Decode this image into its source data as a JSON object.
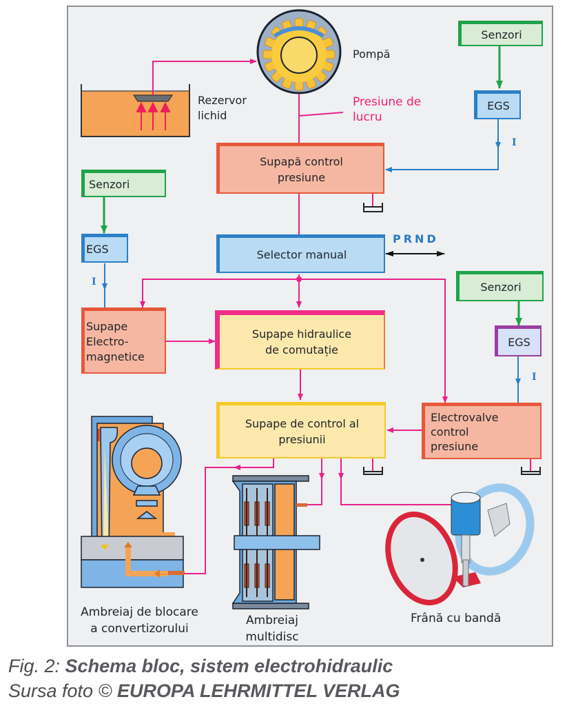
{
  "diagram": {
    "title": "Schema bloc, sistem electrohidraulic",
    "nodes": {
      "pump": {
        "label": "Pompă"
      },
      "reservoir": {
        "label_line1": "Rezervor",
        "label_line2": "lichid"
      },
      "working_pressure": {
        "label_line1": "Presiune de",
        "label_line2": "lucru"
      },
      "sensors_top": {
        "label": "Senzori"
      },
      "egs_top": {
        "label": "EGS"
      },
      "current_top": {
        "label": "I"
      },
      "pressure_control_valve": {
        "label_line1": "Supapă control",
        "label_line2": "presiune"
      },
      "sensors_left": {
        "label": "Senzori"
      },
      "egs_left": {
        "label": "EGS"
      },
      "current_left": {
        "label": "I"
      },
      "manual_selector": {
        "label": "Selector manual"
      },
      "prnd": {
        "label": "PRND"
      },
      "electromagnetic_valves": {
        "label_line1": "Supape",
        "label_line2": "Electro-",
        "label_line3": "magnetice"
      },
      "hydraulic_switching_valves": {
        "label_line1": "Supape hidraulice",
        "label_line2": "de comutație"
      },
      "sensors_right": {
        "label": "Senzori"
      },
      "egs_right": {
        "label": "EGS"
      },
      "current_right": {
        "label": "I"
      },
      "pressure_regulating_valves": {
        "label_line1": "Supape de control al",
        "label_line2": "presiunii"
      },
      "pressure_control_solenoids": {
        "label_line1": "Electrovalve",
        "label_line2": "control",
        "label_line3": "presiune"
      },
      "lockup_clutch": {
        "label_line1": "Ambreiaj de blocare",
        "label_line2": "a convertizorului"
      },
      "multidisc_clutch": {
        "label_line1": "Ambreiaj",
        "label_line2": "multidisc"
      },
      "band_brake": {
        "label": "Frână cu bandă"
      }
    },
    "edges": [
      {
        "from": "reservoir",
        "to": "pump",
        "type": "hydraulic"
      },
      {
        "from": "pump",
        "to": "pressure_control_valve",
        "type": "hydraulic"
      },
      {
        "from": "sensors_top",
        "to": "egs_top",
        "type": "signal"
      },
      {
        "from": "egs_top",
        "to": "pressure_control_valve",
        "type": "electric"
      },
      {
        "from": "pressure_control_valve",
        "to": "manual_selector",
        "type": "hydraulic"
      },
      {
        "from": "sensors_left",
        "to": "egs_left",
        "type": "signal"
      },
      {
        "from": "egs_left",
        "to": "electromagnetic_valves",
        "type": "electric"
      },
      {
        "from": "manual_selector",
        "to": "electromagnetic_valves",
        "type": "hydraulic"
      },
      {
        "from": "manual_selector",
        "to": "hydraulic_switching_valves",
        "type": "hydraulic"
      },
      {
        "from": "manual_selector",
        "to": "pressure_control_solenoids",
        "type": "hydraulic"
      },
      {
        "from": "electromagnetic_valves",
        "to": "hydraulic_switching_valves",
        "type": "hydraulic"
      },
      {
        "from": "sensors_right",
        "to": "egs_right",
        "type": "signal"
      },
      {
        "from": "egs_right",
        "to": "pressure_control_solenoids",
        "type": "electric"
      },
      {
        "from": "hydraulic_switching_valves",
        "to": "pressure_regulating_valves",
        "type": "hydraulic"
      },
      {
        "from": "pressure_control_solenoids",
        "to": "pressure_regulating_valves",
        "type": "hydraulic"
      },
      {
        "from": "pressure_regulating_valves",
        "to": "lockup_clutch",
        "type": "hydraulic"
      },
      {
        "from": "pressure_regulating_valves",
        "to": "multidisc_clutch",
        "type": "hydraulic"
      },
      {
        "from": "pressure_regulating_valves",
        "to": "band_brake",
        "type": "hydraulic"
      }
    ],
    "colors": {
      "hydraulic_line": "#e8218a",
      "electric_line": "#2a7fc7",
      "signal_line": "#1fa34a",
      "working_pressure_text": "#ee1f78"
    }
  },
  "caption": {
    "prefix": "Fig. 2:",
    "title": "Schema bloc, sistem electrohidraulic",
    "source_prefix": "Sursa foto ©",
    "source": "EUROPA LEHRMITTEL VERLAG"
  }
}
